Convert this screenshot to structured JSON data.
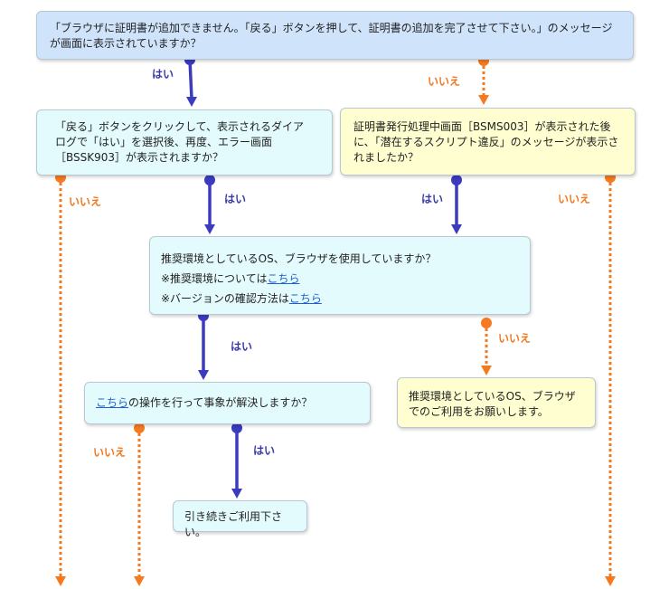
{
  "box1": {
    "text": "「ブラウザに証明書が追加できません。「戻る」ボタンを押して、証明書の追加を完了させて下さい。」のメッセージが画面に表示されていますか？"
  },
  "box2": {
    "text": "「戻る」ボタンをクリックして、表示されるダイアログで「はい」を選択後、再度、エラー画面［BSSK903］が表示されますか？"
  },
  "box3": {
    "text": "証明書発行処理中画面［BSMS003］が表示された後に、「潜在するスクリプト違反」のメッセージが表示されましたか？"
  },
  "box4": {
    "line1": "推奨環境としているOS、ブラウザを使用していますか？",
    "line2_prefix": "※推奨環境については",
    "line2_link": "こちら",
    "line3_prefix": "※バージョンの確認方法は",
    "line3_link": "こちら"
  },
  "box5": {
    "link": "こちら",
    "suffix": "の操作を行って事象が解決しますか？"
  },
  "box6": {
    "text": "推奨環境としているOS、ブラウザでのご利用をお願いします。"
  },
  "box7": {
    "text": "引き続きご利用下さい。"
  },
  "labels": {
    "yes": "はい",
    "no": "いいえ"
  },
  "colors": {
    "yes_arrow": "#3b3bc0",
    "no_arrow": "#f57a1f"
  }
}
